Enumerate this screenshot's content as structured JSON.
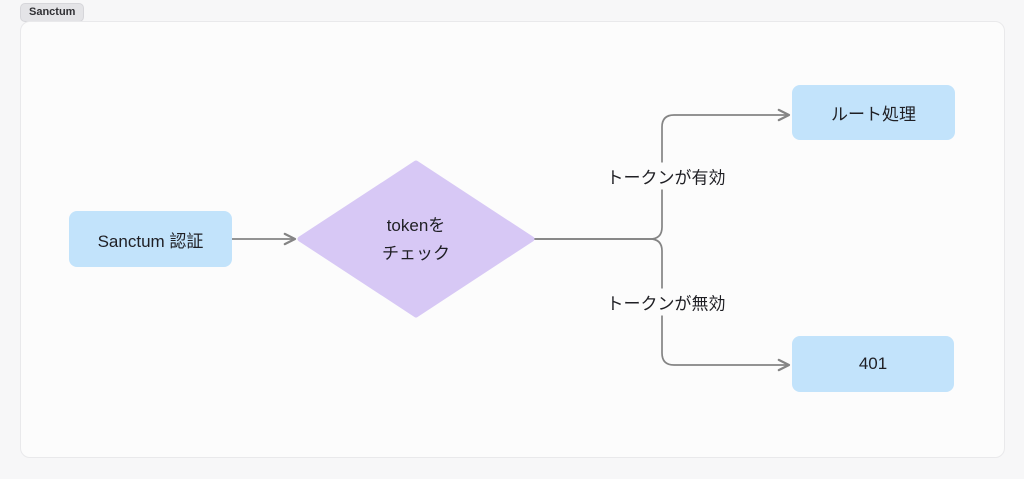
{
  "badge": {
    "label": "Sanctum"
  },
  "diagram": {
    "nodes": {
      "start": {
        "label": "Sanctum 認証"
      },
      "decision": {
        "label": "tokenを\nチェック"
      },
      "valid_target": {
        "label": "ルート処理"
      },
      "invalid_target": {
        "label": "401"
      }
    },
    "edges": {
      "valid": {
        "label": "トークンが有効"
      },
      "invalid": {
        "label": "トークンが無効"
      }
    }
  },
  "colors": {
    "node_blue": "#c2e3fb",
    "decision_purple": "#d7c8f5",
    "edge_gray": "#848484",
    "canvas_bg": "#fcfcfc",
    "page_bg": "#f7f7f8"
  }
}
